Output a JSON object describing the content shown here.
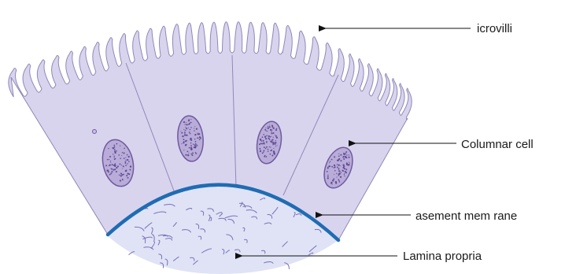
{
  "labels": {
    "microvilli": "icrovilli",
    "columnar_cell": "Columnar cell",
    "basement_membrane": "asement mem  rane",
    "lamina_propria": "Lamina propria"
  },
  "colors": {
    "cytoplasm": "#d9d4ee",
    "nucleus": "#b9acd8",
    "basement_membrane": "#1f6cb3",
    "lamina_propria": "#dfe3f5"
  }
}
